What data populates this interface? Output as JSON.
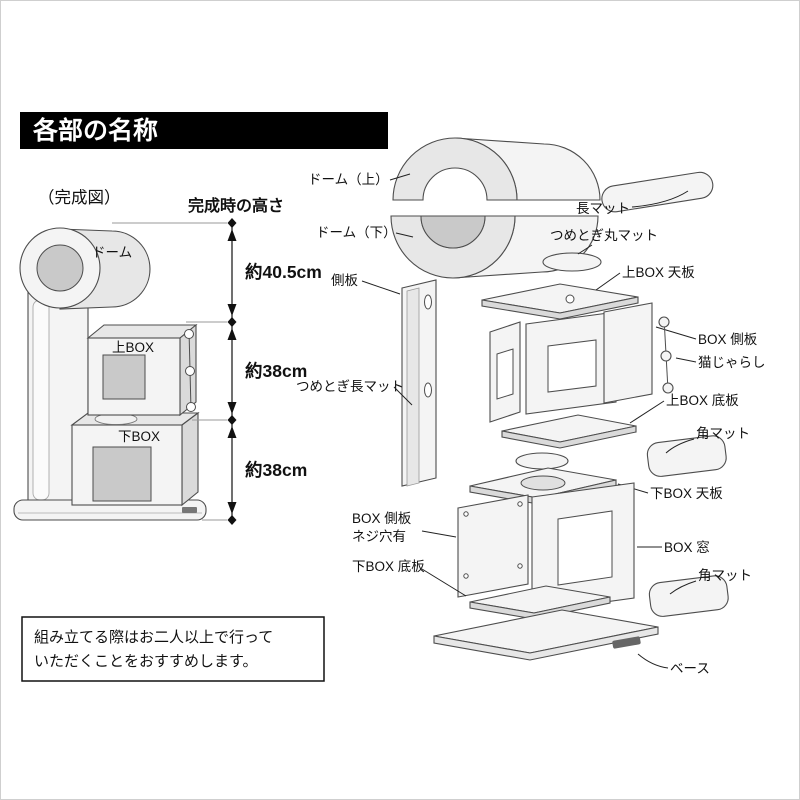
{
  "header": {
    "title": "各部の名称"
  },
  "completed": {
    "caption": "（完成図）",
    "height_heading": "完成時の高さ",
    "dome": "ドーム",
    "upper_box": "上BOX",
    "lower_box": "下BOX",
    "dims": [
      "約40.5cm",
      "約38cm",
      "約38cm"
    ]
  },
  "parts": {
    "dome_top": "ドーム（上）",
    "dome_bottom": "ドーム（下）",
    "long_mat": "長マット",
    "round_scratch_mat": "つめとぎ丸マット",
    "side_panel": "側板",
    "upper_box_top_panel": "上BOX 天板",
    "box_side_panel": "BOX 側板",
    "cat_teaser": "猫じゃらし",
    "upper_box_bottom_panel": "上BOX 底板",
    "long_scratch_mat": "つめとぎ長マット",
    "corner_mat_1": "角マット",
    "lower_box_top_panel": "下BOX 天板",
    "box_side_panel_screw_line1": "BOX 側板",
    "box_side_panel_screw_line2": "ネジ穴有",
    "box_window": "BOX 窓",
    "lower_box_bottom_panel": "下BOX 底板",
    "corner_mat_2": "角マット",
    "base": "ベース"
  },
  "note": {
    "line1": "組み立てる際はお二人以上で行って",
    "line2": "いただくことをおすすめします。"
  }
}
